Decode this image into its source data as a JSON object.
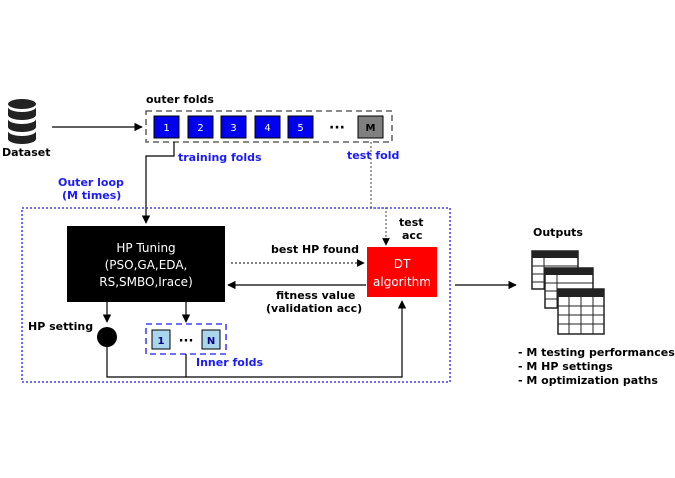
{
  "dataset": {
    "label": "Dataset"
  },
  "outer_folds": {
    "title": "outer folds",
    "folds": [
      "1",
      "2",
      "3",
      "4",
      "5"
    ],
    "ellipsis": "···",
    "last": "M",
    "training_label": "training folds",
    "test_label": "test fold"
  },
  "outer_loop": {
    "line1": "Outer loop",
    "line2": "(M times)"
  },
  "hp_tuning": {
    "line1": "HP Tuning",
    "line2": "(PSO,GA,EDA,",
    "line3": "RS,SMBO,Irace)"
  },
  "dt": {
    "line1": "DT",
    "line2": "algorithm"
  },
  "arrows": {
    "best_hp": "best HP found",
    "fitness1": "fitness value",
    "fitness2": "(validation acc)",
    "test_acc1": "test",
    "test_acc2": "acc"
  },
  "hp_setting": {
    "label": "HP setting"
  },
  "inner_folds": {
    "first": "1",
    "ellipsis": "···",
    "last": "N",
    "label": "Inner folds"
  },
  "outputs": {
    "title": "Outputs",
    "items": [
      "- M testing performances",
      "- M HP settings",
      "- M optimization paths"
    ]
  },
  "colors": {
    "fold_blue": "#0000ee",
    "label_blue": "#1a1aff",
    "dt_red": "#ff0000",
    "inner_fold": "#a9d6ea",
    "test_fold_gray": "#808080"
  }
}
